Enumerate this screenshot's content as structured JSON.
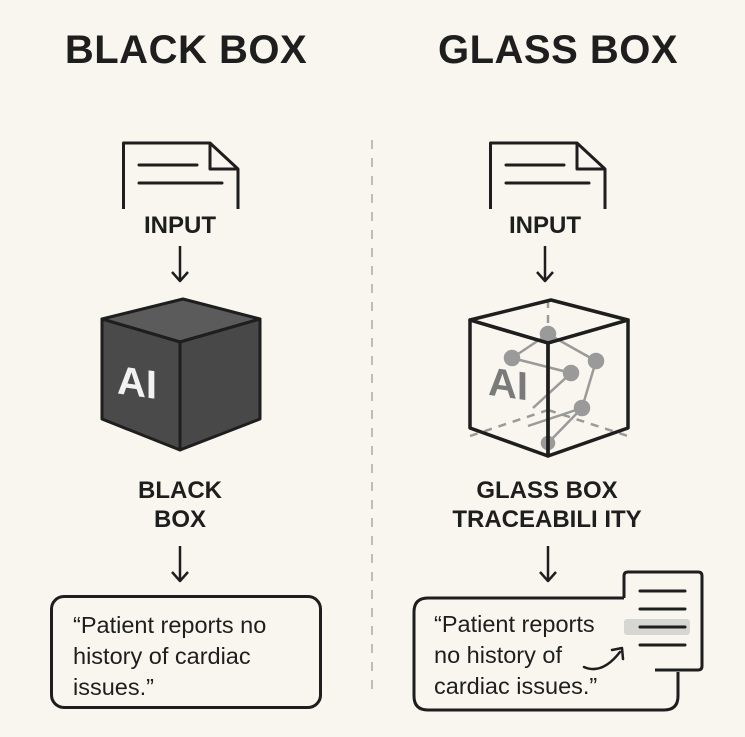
{
  "left": {
    "title": "BLACK BOX",
    "input_label": "INPUT",
    "cube_label": "AI",
    "stage_label_line1": "BLACK",
    "stage_label_line2": "BOX",
    "output_text": "“Patient reports no history of cardiac issues.”",
    "output_lines": [
      "“Patient reports no",
      "history of cardiac",
      "issues.”"
    ]
  },
  "right": {
    "title": "GLASS BOX",
    "input_label": "INPUT",
    "cube_label": "AI",
    "stage_label_line1": "GLASS BOX",
    "stage_label_line2": "TRACEABILI ITY",
    "output_lines": [
      "“Patient reports",
      "no history of",
      "cardiac issues.”"
    ]
  },
  "colors": {
    "background": "#f8f6ee",
    "ink": "#1e1e1e",
    "black_cube_front": "#4a4a4a",
    "black_cube_top": "#5a5a5a",
    "glass_network": "#9a9a9a",
    "highlight": "#d6d6d2",
    "divider": "#bdbdbd"
  },
  "icons": {
    "document": "document-icon",
    "arrow": "arrow-down-icon",
    "cube": "cube-icon",
    "source_doc": "source-document-icon",
    "link_arrow": "curved-arrow-icon"
  }
}
